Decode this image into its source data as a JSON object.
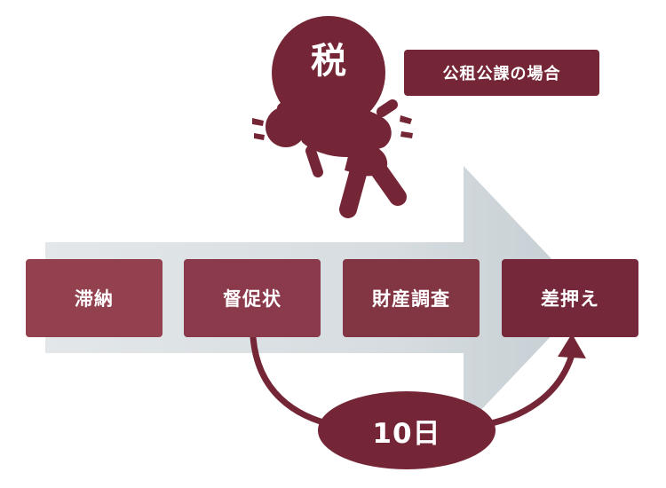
{
  "diagram": {
    "tax_label": "税",
    "badge_label": "公租公課の場合",
    "days_label": "10日",
    "steps": [
      {
        "label": "滞納",
        "color": "#93404f"
      },
      {
        "label": "督促状",
        "color": "#8a3a4a"
      },
      {
        "label": "財産調査",
        "color": "#823543"
      },
      {
        "label": "差押え",
        "color": "#75283a"
      }
    ]
  },
  "colors": {
    "primary": "#752636",
    "arrow_band": "#dde2e4",
    "arrow_head": "#c9d1d6"
  },
  "icons": {
    "figure": "burdened-person-icon",
    "burden": "tax-ball-icon"
  }
}
